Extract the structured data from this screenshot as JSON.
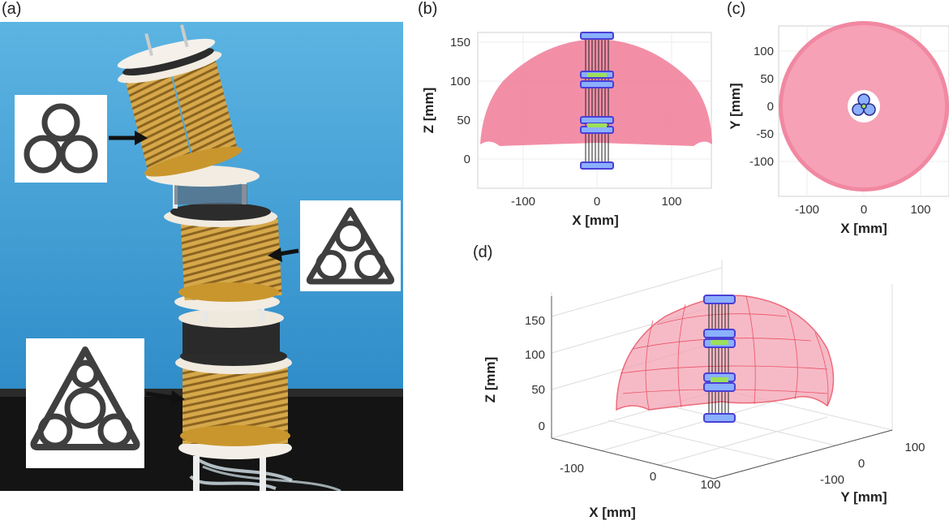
{
  "panels": {
    "a": {
      "label": "(a)"
    },
    "b": {
      "label": "(b)"
    },
    "c": {
      "label": "(c)"
    },
    "d": {
      "label": "(d)"
    }
  },
  "panel_b": {
    "xlabel": "X [mm]",
    "ylabel": "Z [mm]",
    "xticks": [
      "-100",
      "0",
      "100"
    ],
    "yticks": [
      "150",
      "100",
      "50",
      "0"
    ]
  },
  "panel_c": {
    "xlabel": "X [mm]",
    "ylabel": "Y [mm]",
    "xticks": [
      "-100",
      "0",
      "100"
    ],
    "yticks": [
      "100",
      "50",
      "0",
      "-50",
      "-100"
    ]
  },
  "panel_d": {
    "xlabel": "X [mm]",
    "ylabel": "Y [mm]",
    "zlabel": "Z [mm]",
    "xticks": [
      "-100",
      "0",
      "100"
    ],
    "yticks": [
      "100",
      "0",
      "-100"
    ],
    "zticks": [
      "150",
      "100",
      "50",
      "0"
    ]
  },
  "colors": {
    "workspace_fill": "#f07b98",
    "workspace_mesh": "#e8394f",
    "robot_blue": "#4a3fd6",
    "robot_green": "#9be05a",
    "actuator_gold": "#c89a3c",
    "background_blue": "#3e9ad0",
    "inset_dark": "#3f3f3f"
  }
}
